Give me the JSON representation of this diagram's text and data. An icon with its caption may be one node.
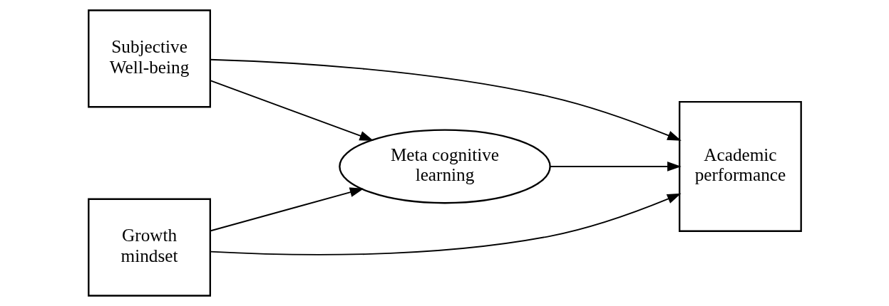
{
  "diagram": {
    "nodes": [
      {
        "text": [
          "Subjective Well-being"
        ]
      },
      {
        "text": [
          "Meta cognitive learning"
        ]
      },
      {
        "text": [
          "Academic performance"
        ]
      },
      {
        "text": [
          "Growth mindset"
        ]
      }
    ],
    "edges": [
      {
        "from": 0,
        "to": 2,
        "arrow": "to"
      },
      {
        "from": 0,
        "to": 1,
        "arrow": "to"
      },
      {
        "from": 1,
        "to": 2,
        "arrow": "to"
      },
      {
        "from": 3,
        "to": 1,
        "arrow": "to"
      },
      {
        "from": 3,
        "to": 2,
        "arrow": "to"
      }
    ]
  }
}
